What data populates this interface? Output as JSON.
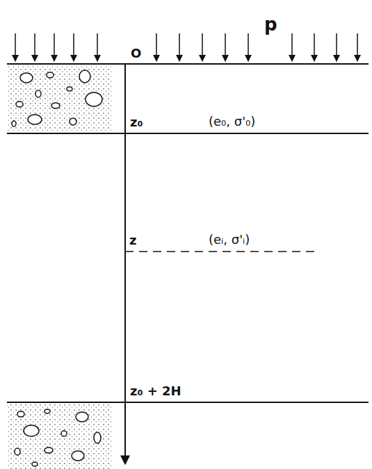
{
  "diagram": {
    "labels": [
      "p",
      "O",
      "z₀",
      "(e₀, σ'₀)",
      "z",
      "(eᵢ, σ'ᵢ)",
      "z₀ + 2H"
    ]
  }
}
